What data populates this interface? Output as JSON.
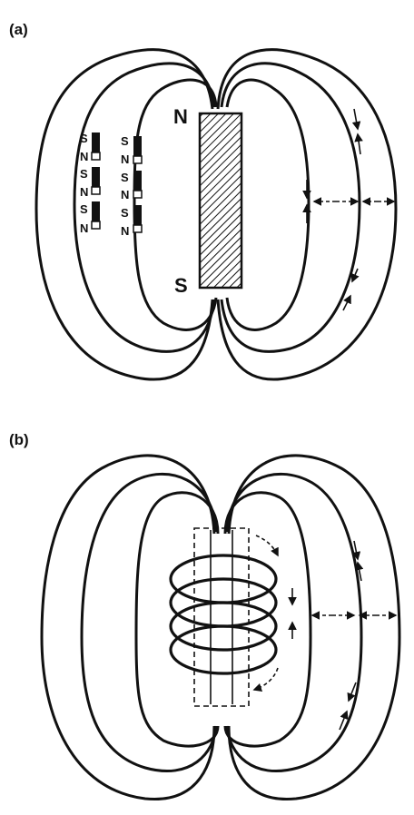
{
  "panel_a": {
    "label": "(a)",
    "north_label": "N",
    "south_label": "S",
    "compass_labels": [
      "S",
      "N",
      "S",
      "N",
      "S",
      "N"
    ]
  },
  "panel_b": {
    "label": "(b)"
  },
  "colors": {
    "ink": "#111111",
    "background": "#ffffff"
  }
}
